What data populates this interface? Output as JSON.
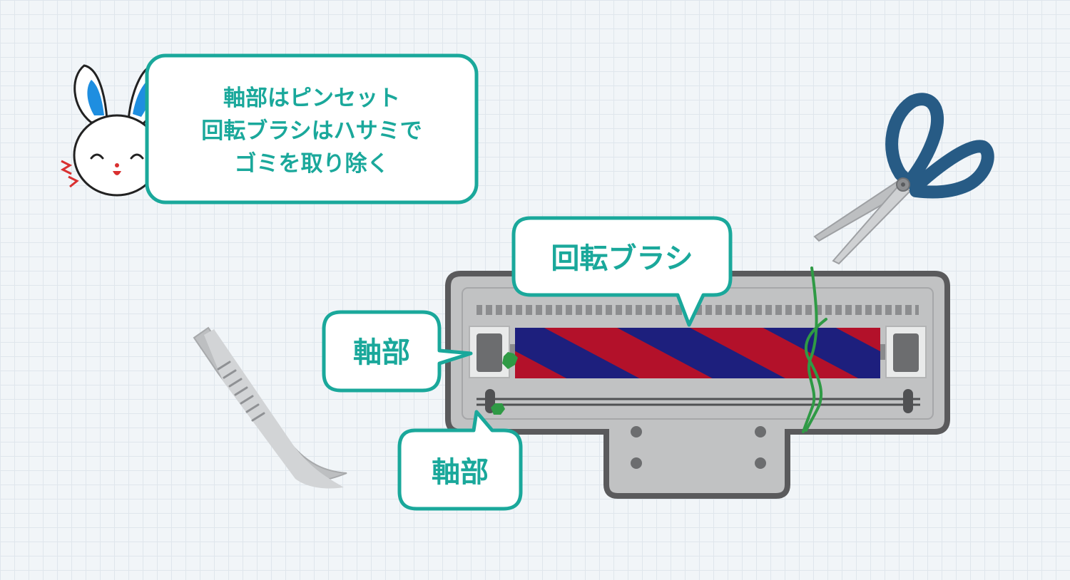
{
  "speech": {
    "lines": [
      "軸部はピンセット",
      "回転ブラシはハサミで",
      "ゴミを取り除く"
    ]
  },
  "labels": {
    "brush": "回転ブラシ",
    "shaft_upper": "軸部",
    "shaft_lower": "軸部"
  },
  "icons": [
    "rabbit-mascot-icon",
    "scissors-icon",
    "tweezers-icon"
  ],
  "colors": {
    "accent": "#1aa89b",
    "brush_red": "#b3112a",
    "brush_navy": "#1d1f7d",
    "hair_green": "#2f9a45",
    "body_gray": "#c1c2c3",
    "frame_dark": "#5a5a5c",
    "scissors_handle": "#275b85"
  }
}
